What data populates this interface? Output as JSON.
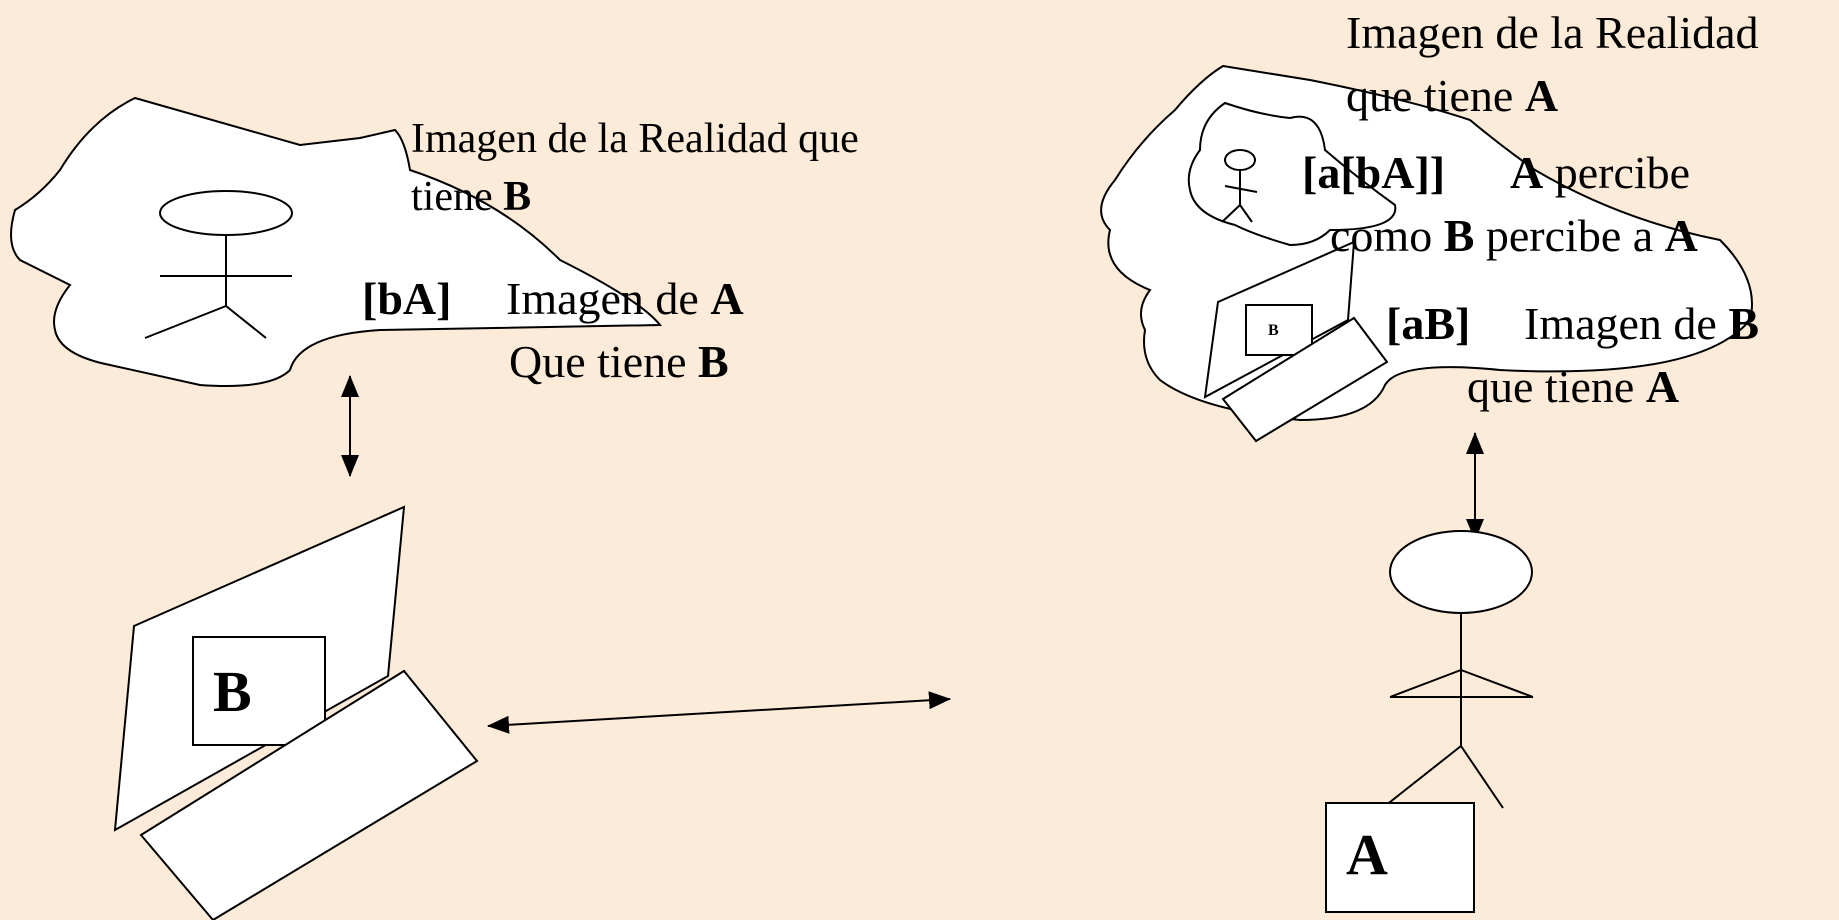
{
  "left_image": {
    "caption_line1": "Imagen de la Realidad que",
    "caption_line2_text": "tiene ",
    "caption_line2_bold": "B",
    "code": "[bA]",
    "desc_line1_text": "Imagen  de  ",
    "desc_line1_bold": "A",
    "desc_line2_text": "Que tiene ",
    "desc_line2_bold": "B"
  },
  "right_image": {
    "caption_line1": "Imagen de la Realidad",
    "caption_line2_text": "que tiene ",
    "caption_line2_bold": "A",
    "nested_code": "[a[bA]]",
    "nested_line1_bold": "A",
    "nested_line1_text": " percibe",
    "nested_line2_text_1": "como ",
    "nested_line2_bold_1": "B",
    "nested_line2_text_2": " percibe a ",
    "nested_line2_bold_2": "A",
    "small_box_label": "B",
    "code": "[aB]",
    "desc_line1_text": "Imagen  de ",
    "desc_line1_bold": "B",
    "desc_line2_text": "que tiene ",
    "desc_line2_bold": "A"
  },
  "entity_b": {
    "label": "B"
  },
  "entity_a": {
    "label": "A"
  },
  "colors": {
    "background": "#fdebd9",
    "shape_fill": "#ffffff",
    "stroke": "#000000"
  }
}
